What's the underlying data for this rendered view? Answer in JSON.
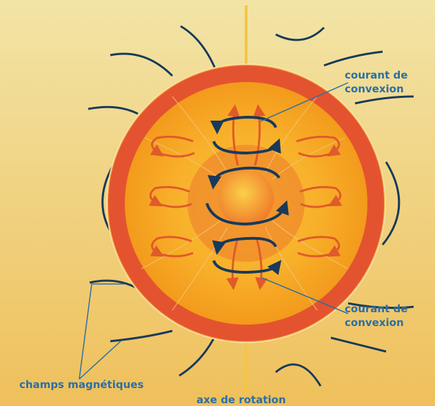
{
  "labels": {
    "top_convection_line1": "courant de",
    "top_convection_line2": "convexion",
    "bottom_convection_line1": "courant de",
    "bottom_convection_line2": "convexion",
    "magnetic_fields": "champs magnétiques",
    "rotation_axis": "axe de rotation"
  },
  "colors": {
    "background_top": "#f1e3a4",
    "background_bottom": "#eec05a",
    "outer_shell": "#e4532f",
    "mantle": "#f6a11f",
    "inner_core": "#f07a2a",
    "field_lines": "#173a5c",
    "convection_arrows": "#e05a2b",
    "axis": "#f5c542",
    "label_text": "#2b6fa3"
  }
}
